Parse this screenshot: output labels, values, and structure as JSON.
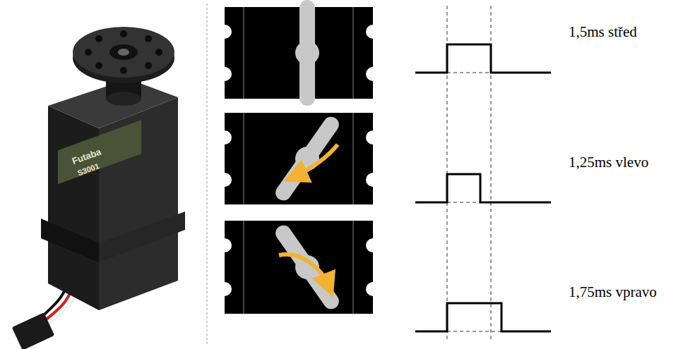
{
  "diagram": {
    "labels": [
      "Futaba",
      "S3001",
      "1,5ms střed",
      "1,25ms vlevo",
      "1,75ms vpravo"
    ]
  }
}
